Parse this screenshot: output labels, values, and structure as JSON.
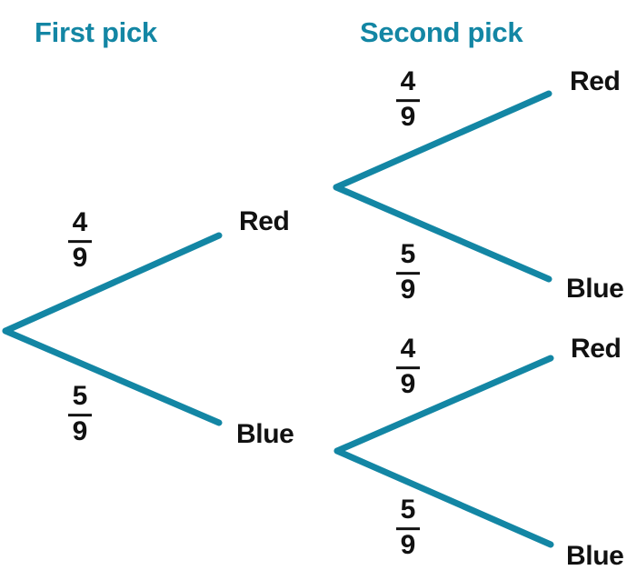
{
  "diagram": {
    "type": "probability-tree",
    "title_row": {
      "first_pick": "First pick",
      "second_pick": "Second pick"
    },
    "colors": {
      "branch": "#1386a4",
      "header_text": "#1386a4",
      "label_text": "#111111",
      "background": "#ffffff"
    },
    "level1": {
      "branches": [
        {
          "label": "Red",
          "probability": {
            "numerator": "4",
            "denominator": "9"
          }
        },
        {
          "label": "Blue",
          "probability": {
            "numerator": "5",
            "denominator": "9"
          }
        }
      ]
    },
    "level2": {
      "branches": [
        {
          "label": "Red",
          "probability": {
            "numerator": "4",
            "denominator": "9"
          }
        },
        {
          "label": "Blue",
          "probability": {
            "numerator": "5",
            "denominator": "9"
          }
        },
        {
          "label": "Red",
          "probability": {
            "numerator": "4",
            "denominator": "9"
          }
        },
        {
          "label": "Blue",
          "probability": {
            "numerator": "5",
            "denominator": "9"
          }
        }
      ]
    }
  }
}
